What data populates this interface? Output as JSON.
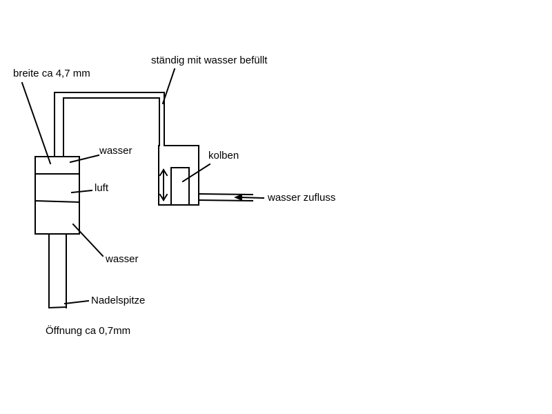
{
  "labels": {
    "top": "ständig mit wasser befüllt",
    "width": "breite ca 4,7 mm",
    "water_upper": "wasser",
    "air": "luft",
    "water_lower": "wasser",
    "needle_tip": "Nadelspitze",
    "opening": "Öffnung ca 0,7mm",
    "piston": "kolben",
    "inflow": "wasser zufluss"
  },
  "colors": {
    "line": "#000000",
    "background": "#ffffff"
  }
}
